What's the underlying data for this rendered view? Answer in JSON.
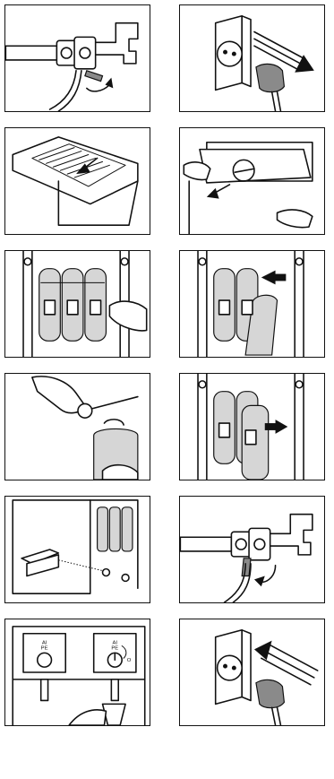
{
  "dispenser_labels": {
    "left_knob_line1": "AI",
    "left_knob_line2": "PE",
    "right_knob_line1": "AI",
    "right_knob_line2": "PE",
    "dial_mark": "O"
  },
  "colors": {
    "line": "#111111",
    "fill_gray": "#8a8a8a",
    "fill_light": "#d6d6d6",
    "background": "#ffffff"
  }
}
